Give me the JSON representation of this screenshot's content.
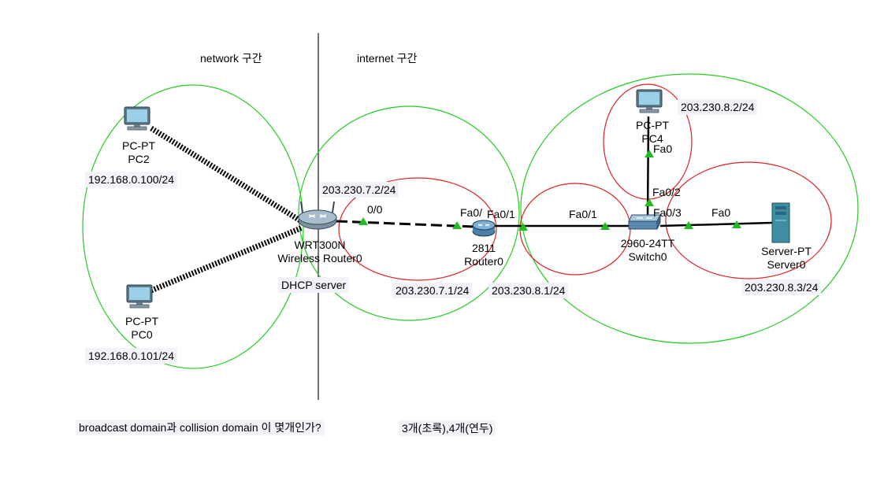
{
  "zones": {
    "network": "network 구간",
    "internet": "internet 구간"
  },
  "devices": {
    "pc2": {
      "type": "PC-PT",
      "name": "PC2",
      "ip": "192.168.0.100/24"
    },
    "pc0": {
      "type": "PC-PT",
      "name": "PC0",
      "ip": "192.168.0.101/24"
    },
    "wrt": {
      "type": "WRT300N",
      "name": "Wireless Router0",
      "role": "DHCP server",
      "wan_ip": "203.230.7.2/24"
    },
    "router": {
      "type": "2811",
      "name": "Router0",
      "ip_left": "203.230.7.1/24",
      "ip_right": "203.230.8.1/24"
    },
    "switch": {
      "type": "2960-24TT",
      "name": "Switch0"
    },
    "pc4": {
      "type": "PC-PT",
      "name": "PC4",
      "ip": "203.230.8.2/24"
    },
    "server": {
      "type": "Server-PT",
      "name": "Server0",
      "ip": "203.230.8.3/24"
    }
  },
  "ports": {
    "wrt_wan": "0/0",
    "router_left": "Fa0/",
    "router_right": "Fa0/1",
    "switch_left": "Fa0/1",
    "switch_up": "Fa0/2",
    "switch_right": "Fa0/3",
    "pc4": "Fa0",
    "server": "Fa0"
  },
  "question": "broadcast domain과 collision domain 이 몇개인가?",
  "answer": "3개(초록),4개(연두)",
  "colors": {
    "broadcast_domain": "#22cc22",
    "collision_domain": "#e02020",
    "link_up": "#22bb22",
    "cable": "#000000"
  }
}
